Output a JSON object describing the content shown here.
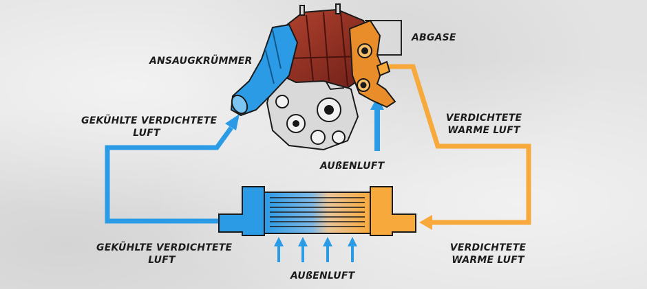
{
  "labels": {
    "abgase": "ABGASE",
    "ansaugkruemmer": "ANSAUGKRÜMMER",
    "cooled_top": [
      "GEKÜHLTE VERDICHTETE",
      "LUFT"
    ],
    "warm_top": [
      "VERDICHTETE",
      "WARME LUFT"
    ],
    "aussenluft_engine": "AUßENLUFT",
    "cooled_bottom": [
      "GEKÜHLTE VERDICHTETE",
      "LUFT"
    ],
    "warm_bottom": [
      "VERDICHTETE",
      "WARME LUFT"
    ],
    "aussenluft_cooler": "AUßENLUFT"
  },
  "colors": {
    "cool_blue": "#2b9be6",
    "warm_orange": "#f7a93b",
    "engine_red": "#8e2b20",
    "turbo_orange": "#e98c2a",
    "outline": "#1a1a1a"
  }
}
